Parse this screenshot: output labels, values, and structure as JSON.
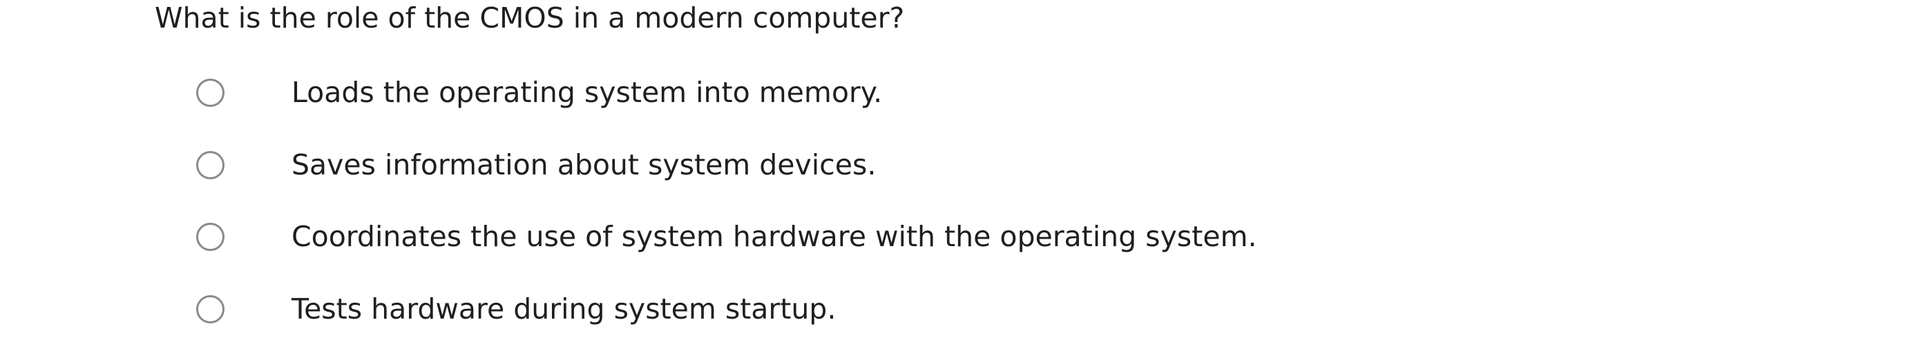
{
  "question": {
    "text": "What is the role of the CMOS in a modern computer?"
  },
  "options": [
    {
      "label": "Loads the operating system into memory.",
      "selected": false
    },
    {
      "label": "Saves information about system devices.",
      "selected": false
    },
    {
      "label": "Coordinates the use of system hardware with the operating system.",
      "selected": false
    },
    {
      "label": "Tests hardware during system startup.",
      "selected": false
    }
  ],
  "colors": {
    "text": "#1f1f1f",
    "radio_border": "#8a8a8a",
    "background": "#ffffff"
  }
}
